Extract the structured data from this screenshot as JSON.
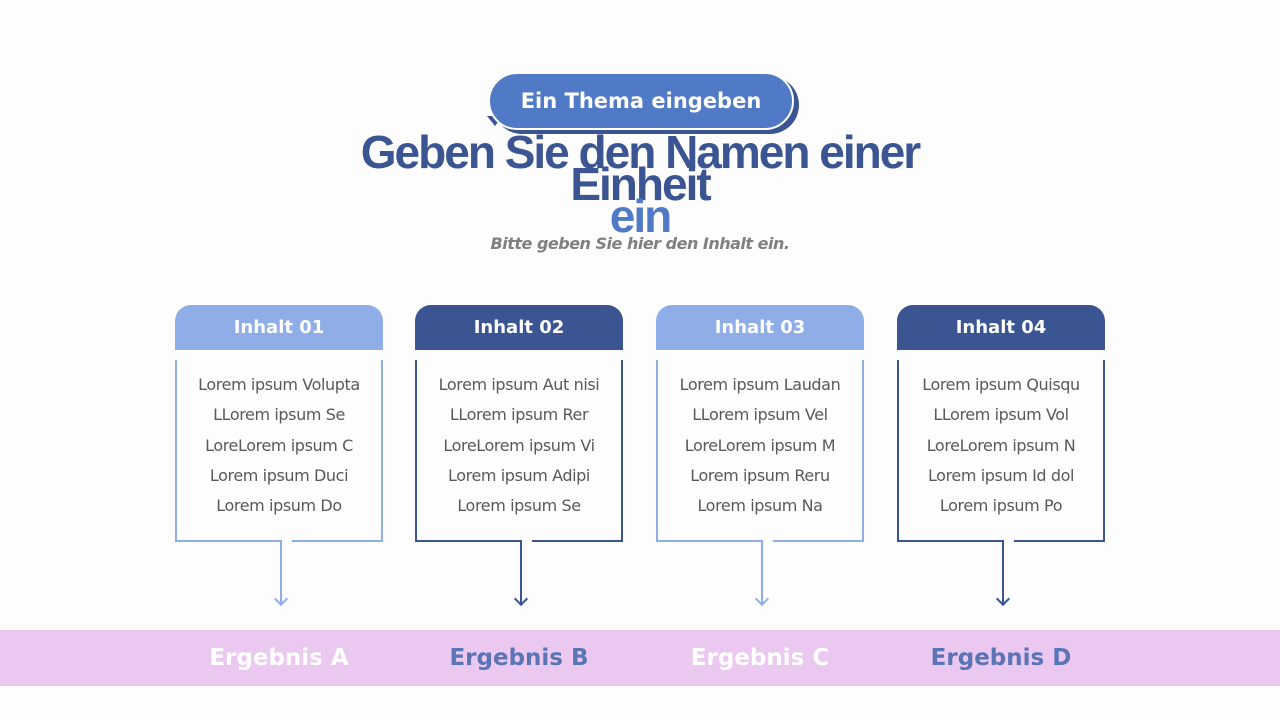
{
  "colors": {
    "light_blue": "#8faee8",
    "dark_blue": "#3b5593",
    "accent_blue": "#5079c6",
    "band_pink": "#ebc8f0",
    "result_light": "#ffffff",
    "result_dark": "#5a74b5"
  },
  "header": {
    "badge": "Ein Thema eingeben",
    "title_line1": "Geben Sie den Namen einer",
    "title_line2": "Einheit",
    "title_line3": "ein",
    "subtitle": "Bitte geben Sie hier den Inhalt ein."
  },
  "cards": [
    {
      "title": "Inhalt 01",
      "items": [
        "Lorem ipsum Volupta",
        "LLorem ipsum Se",
        "LoreLorem ipsum C",
        "Lorem ipsum Duci",
        "Lorem ipsum Do"
      ]
    },
    {
      "title": "Inhalt 02",
      "items": [
        "Lorem ipsum Aut nisi",
        "LLorem ipsum Rer",
        "LoreLorem ipsum Vi",
        "Lorem ipsum Adipi",
        "Lorem ipsum Se"
      ]
    },
    {
      "title": "Inhalt 03",
      "items": [
        "Lorem ipsum Laudan",
        "LLorem ipsum Vel",
        "LoreLorem ipsum M",
        "Lorem ipsum Reru",
        "Lorem ipsum Na"
      ]
    },
    {
      "title": "Inhalt 04",
      "items": [
        "Lorem ipsum Quisqu",
        "LLorem ipsum Vol",
        "LoreLorem ipsum N",
        "Lorem ipsum Id dol",
        "Lorem ipsum Po"
      ]
    }
  ],
  "results": [
    "Ergebnis A",
    "Ergebnis B",
    "Ergebnis C",
    "Ergebnis D"
  ]
}
